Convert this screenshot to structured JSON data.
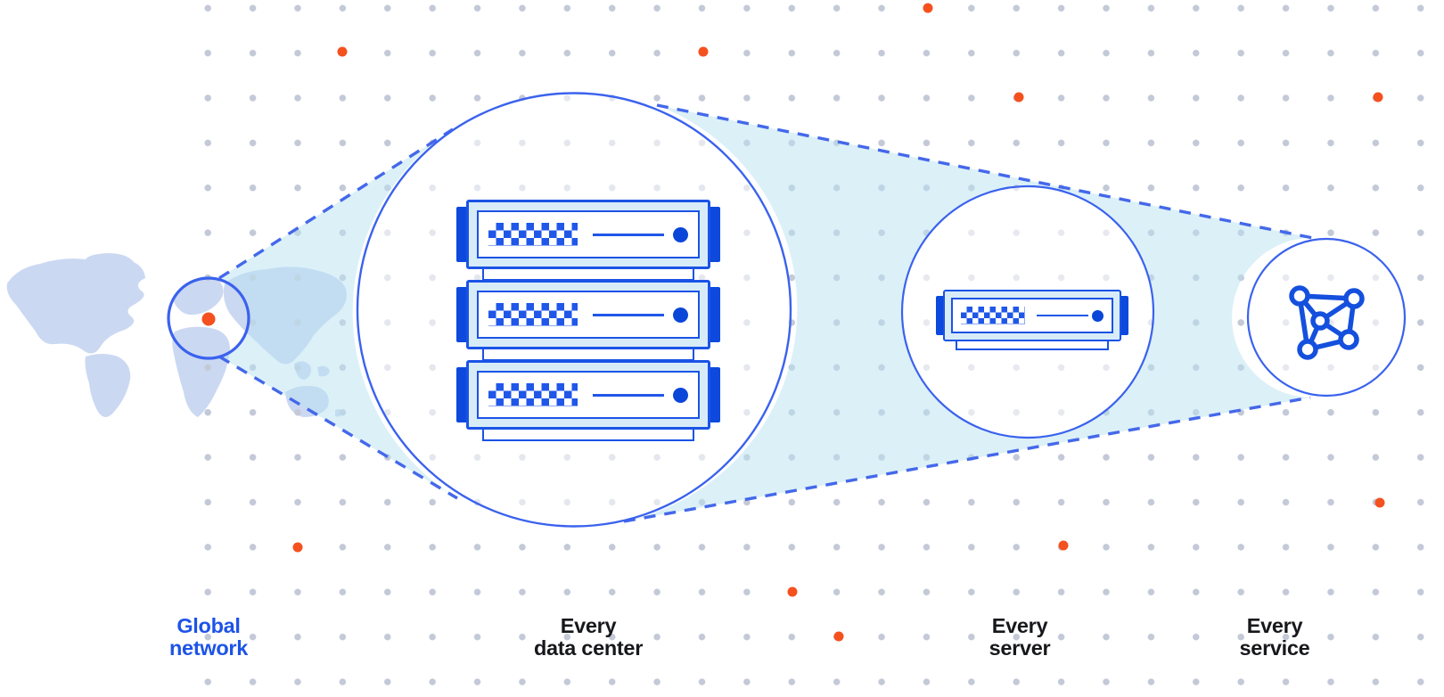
{
  "diagram": {
    "title_hint": "global network zoom diagram",
    "labels": {
      "global_network": "Global\nnetwork",
      "every_data_center": "Every\ndata center",
      "every_server": "Every\nserver",
      "every_service": "Every\nservice"
    },
    "icons": {
      "map": "world-map",
      "highlight": "location-dot",
      "data_center": "server-rack-stack",
      "server": "server-unit",
      "service": "network-mesh-icon"
    },
    "colors": {
      "accent_blue": "#2a58e8",
      "stroke_blue": "#3a62ee",
      "dark_blue": "#0c49dc",
      "server_fill": "#d7ecf7",
      "beam_fill": "#ddeef7",
      "map_fill": "#cbd8f2",
      "dot_gray": "#c3c9d7",
      "dot_orange": "#f4511f",
      "label_dark": "#17181b",
      "label_blue": "#1d53e8",
      "background": "#ffffff"
    },
    "orange_dots_count": 10
  }
}
